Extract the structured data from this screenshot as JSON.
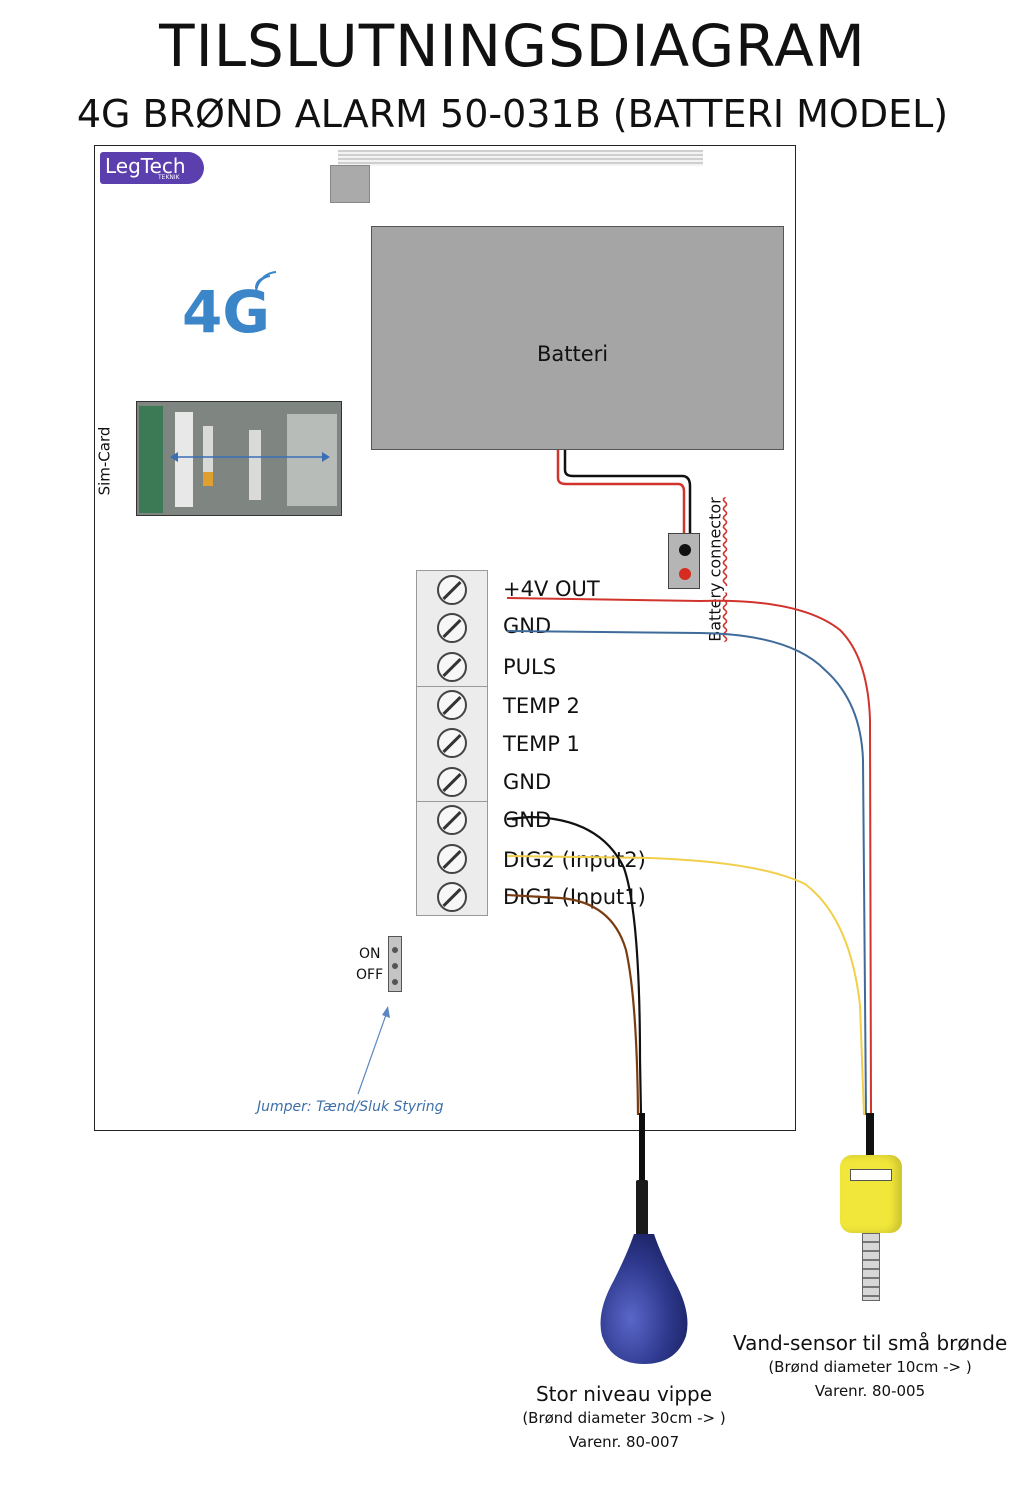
{
  "header": {
    "title": "TILSLUTNINGSDIAGRAM",
    "subtitle": "4G BRØND ALARM 50-031B (BATTERI MODEL)"
  },
  "board": {
    "logo_text": "LegTech",
    "logo_sub": "TEKNIK",
    "network": "4G",
    "battery_label": "Batteri",
    "sim_label": "Sim-Card",
    "battery_connector_label": "Battery connector",
    "jumper_on": "ON",
    "jumper_off": "OFF",
    "jumper_note": "Jumper: Tænd/Sluk Styring"
  },
  "terminals": [
    {
      "label": "+4V OUT"
    },
    {
      "label": "GND"
    },
    {
      "label": "PULS"
    },
    {
      "label": "TEMP 2"
    },
    {
      "label": "TEMP 1"
    },
    {
      "label": "GND"
    },
    {
      "label": "GND"
    },
    {
      "label": "DIG2 (Input2)"
    },
    {
      "label": "DIG1 (Input1)"
    }
  ],
  "sensors": {
    "float": {
      "name": "Stor niveau vippe",
      "detail": "(Brønd diameter 30cm -> )",
      "item": "Varenr. 80-007"
    },
    "water": {
      "name": "Vand-sensor til små brønde",
      "detail": "(Brønd diameter 10cm -> )",
      "item": "Varenr. 80-005"
    }
  },
  "colors": {
    "wire_red": "#d0342c",
    "wire_blue": "#3f6b9a",
    "wire_yellow": "#f2cf4a",
    "wire_black": "#111111",
    "wire_brown": "#7a3d12",
    "network_blue": "#3a86c8",
    "logo_purple": "#5b3fae",
    "battery_gray": "#a5a5a5",
    "jumper_note_blue": "#3d6fa8"
  }
}
